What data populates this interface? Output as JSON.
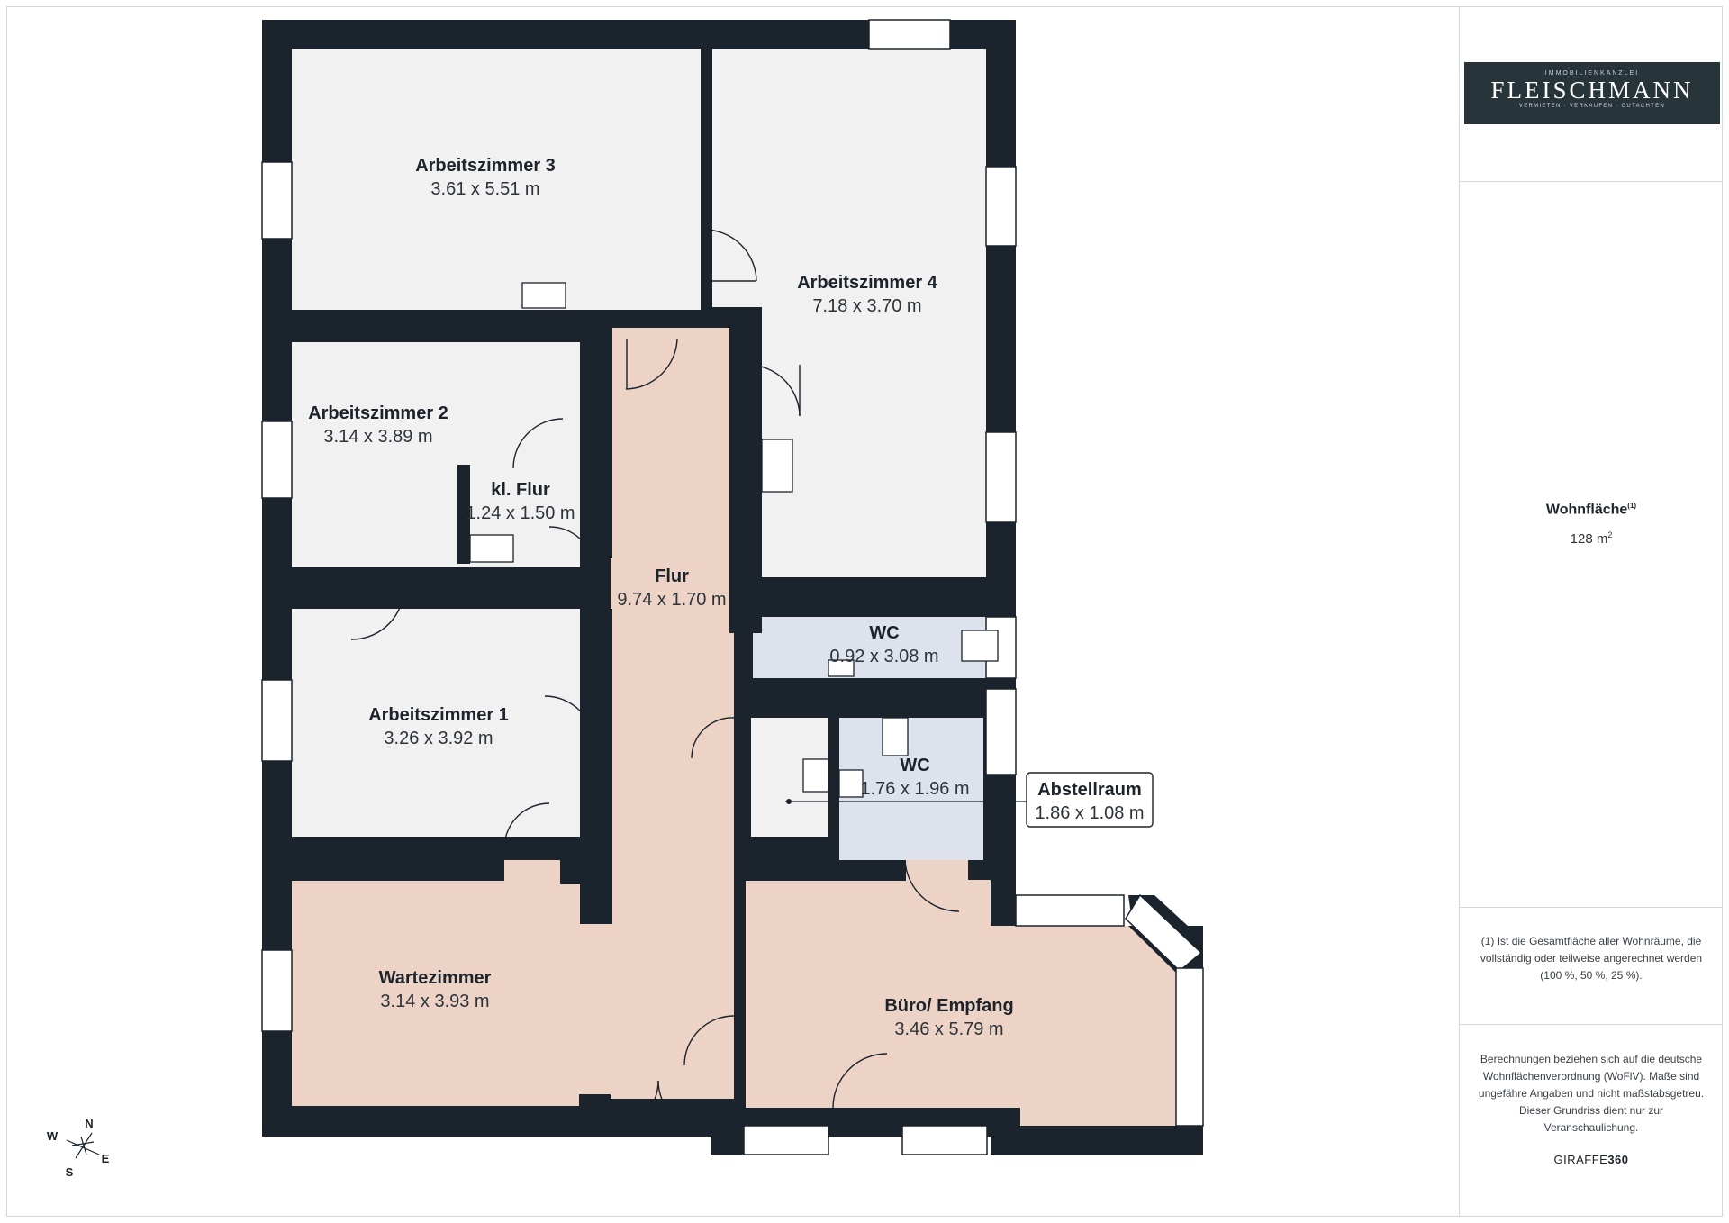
{
  "rooms": {
    "az3": {
      "name": "Arbeitszimmer 3",
      "dim": "3.61 x 5.51 m"
    },
    "az4": {
      "name": "Arbeitszimmer 4",
      "dim": "7.18 x 3.70 m"
    },
    "az2": {
      "name": "Arbeitszimmer 2",
      "dim": "3.14 x 3.89 m"
    },
    "klflur": {
      "name": "kl. Flur",
      "dim": "1.24 x 1.50 m"
    },
    "flur": {
      "name": "Flur",
      "dim": "9.74 x 1.70 m"
    },
    "wc1": {
      "name": "WC",
      "dim": "0.92 x 3.08 m"
    },
    "wc2": {
      "name": "WC",
      "dim": "1.76 x 1.96 m"
    },
    "abstell": {
      "name": "Abstellraum",
      "dim": "1.86 x 1.08 m"
    },
    "az1": {
      "name": "Arbeitszimmer 1",
      "dim": "3.26 x 3.92 m"
    },
    "warte": {
      "name": "Wartezimmer",
      "dim": "3.14 x 3.93 m"
    },
    "buero": {
      "name": "Büro/ Empfang",
      "dim": "3.46 x 5.79 m"
    }
  },
  "compass": {
    "n": "N",
    "e": "E",
    "s": "S",
    "w": "W"
  },
  "logo": {
    "top": "IMMOBILIENKANZLEI",
    "name": "FLEISCHMANN",
    "bottom": "VERMIETEN · VERKAUFEN · GUTACHTEN"
  },
  "summary": {
    "label": "Wohnfläche",
    "label_sup": "(1)",
    "value": "128 m",
    "value_sup": "2"
  },
  "footnote": "(1) Ist die Gesamtfläche aller Wohnräume, die vollständig oder teilweise angerechnet werden (100 %, 50 %, 25 %).",
  "disclaimer": "Berechnungen beziehen sich auf die deutsche Wohnflächenverordnung (WoFlV). Maße sind ungefähre Angaben und nicht maßstabsgetreu. Dieser Grundriss dient nur zur Veranschaulichung.",
  "brand": {
    "part1": "GIRAFFE",
    "part2": "360"
  },
  "colors": {
    "wall": "#1b232c",
    "room": "#f1f1f1",
    "flur": "#ecd3c5",
    "wc": "#dde2ec",
    "window": "#ffffff"
  }
}
